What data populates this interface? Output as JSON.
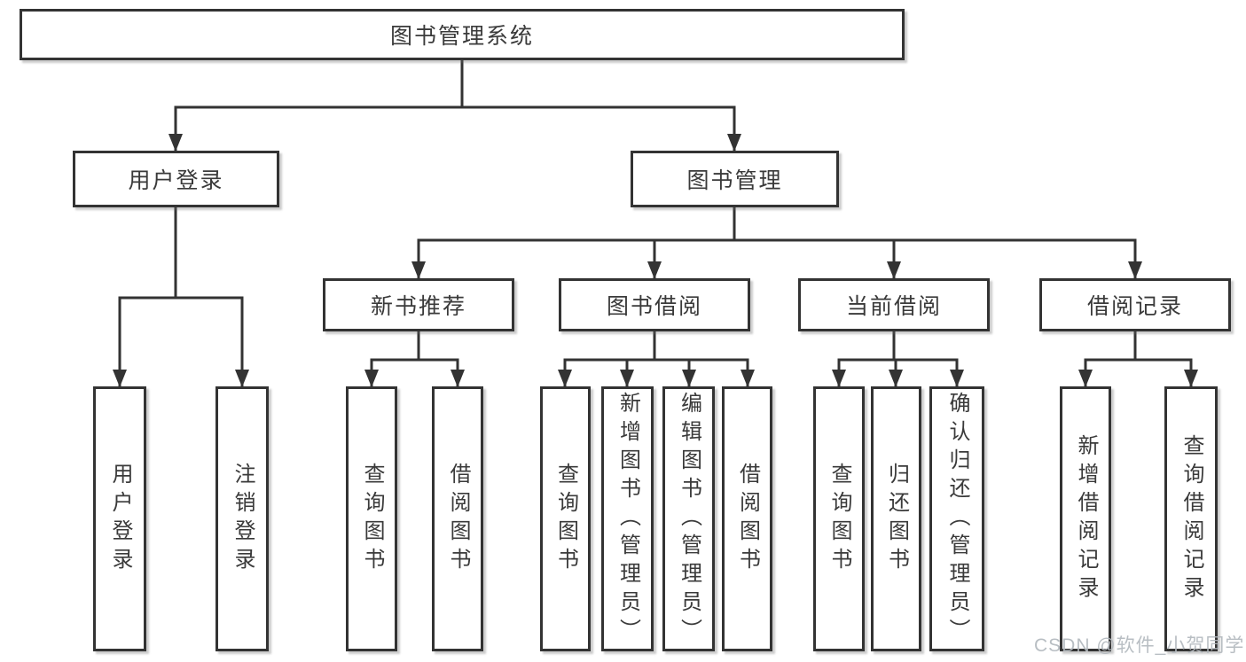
{
  "tree": {
    "root": {
      "label": "图书管理系统"
    },
    "branches": [
      {
        "label": "用户登录",
        "children": [
          {
            "label": "用户登录"
          },
          {
            "label": "注销登录"
          }
        ]
      },
      {
        "label": "图书管理",
        "children": [
          {
            "label": "新书推荐",
            "children": [
              {
                "label": "查询图书"
              },
              {
                "label": "借阅图书"
              }
            ]
          },
          {
            "label": "图书借阅",
            "children": [
              {
                "label": "查询图书"
              },
              {
                "label": "新增图书（管理员）"
              },
              {
                "label": "编辑图书（管理员）"
              },
              {
                "label": "借阅图书"
              }
            ]
          },
          {
            "label": "当前借阅",
            "children": [
              {
                "label": "查询图书"
              },
              {
                "label": "归还图书"
              },
              {
                "label": "确认归还（管理员）"
              }
            ]
          },
          {
            "label": "借阅记录",
            "children": [
              {
                "label": "新增借阅记录"
              },
              {
                "label": "查询借阅记录"
              }
            ]
          }
        ]
      }
    ]
  },
  "watermark": "CSDN @软件_小贺同学",
  "colors": {
    "line": "#333333",
    "text": "#3a3a3a",
    "watermark": "#b3b9be",
    "background": "#ffffff"
  }
}
